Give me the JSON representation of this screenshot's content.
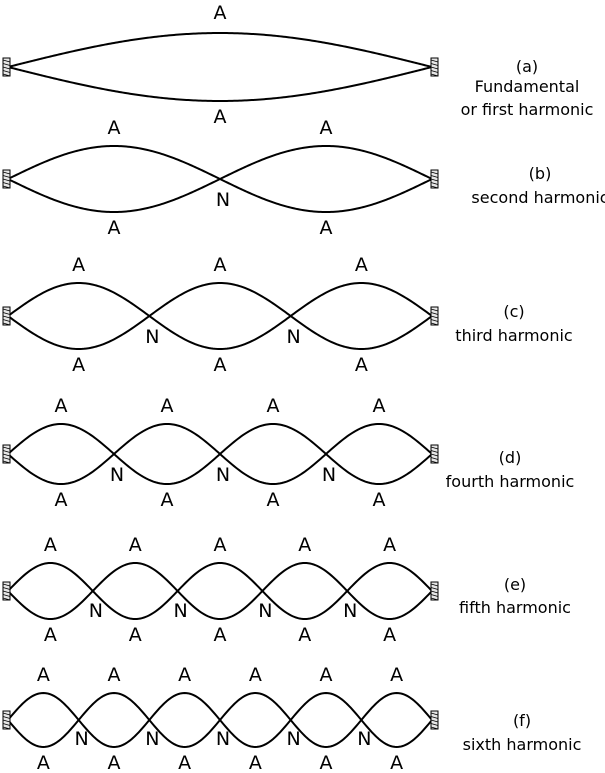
{
  "antinode_label": "A",
  "node_label": "N",
  "harmonics": [
    {
      "n": 1,
      "letter": "(a)",
      "caption": [
        "Fundamental",
        "or first harmonic"
      ]
    },
    {
      "n": 2,
      "letter": "(b)",
      "caption": [
        "second harmonic"
      ]
    },
    {
      "n": 3,
      "letter": "(c)",
      "caption": [
        "third harmonic"
      ]
    },
    {
      "n": 4,
      "letter": "(d)",
      "caption": [
        "fourth harmonic"
      ]
    },
    {
      "n": 5,
      "letter": "(e)",
      "caption": [
        "fifth harmonic"
      ]
    },
    {
      "n": 6,
      "letter": "(f)",
      "caption": [
        "sixth  harmonic"
      ]
    }
  ]
}
